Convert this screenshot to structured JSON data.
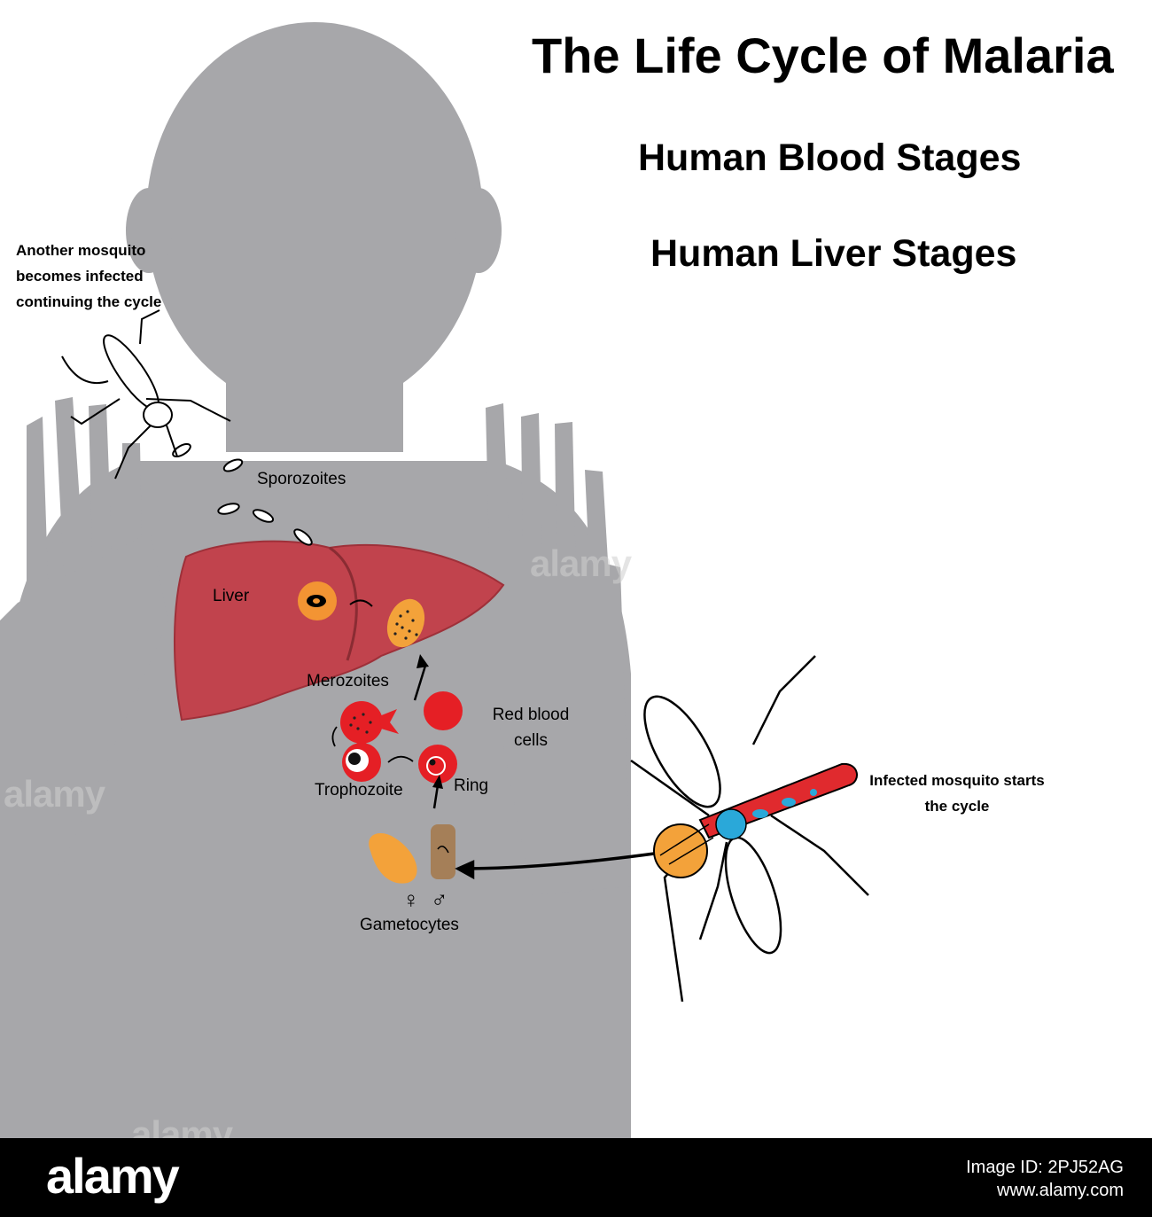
{
  "titles": {
    "main": "The Life Cycle of Malaria",
    "blood": "Human Blood Stages",
    "liver": "Human Liver Stages"
  },
  "notes": {
    "another_mosquito": "Another mosquito becomes infected continuing the cycle",
    "infected_mosquito": "Infected mosquito starts the cycle"
  },
  "labels": {
    "sporozoites": "Sporozoites",
    "liver": "Liver",
    "merozoites": "Merozoites",
    "red_blood_cells": "Red blood cells",
    "trophozoite": "Trophozoite",
    "ring": "Ring",
    "gametocytes": "Gametocytes",
    "female_symbol": "♀",
    "male_symbol": "♂"
  },
  "watermark": "alamy",
  "footer": {
    "logo": "alamy",
    "image_id": "Image ID: 2PJ52AG",
    "site": "www.alamy.com"
  },
  "colors": {
    "silhouette": "#a7a7aa",
    "liver": "#c1434d",
    "red_cell": "#e51f25",
    "orange": "#f3a23a",
    "mosquito_body": "#e02a2e",
    "cyan": "#2aa8d9",
    "male_gametocyte": "#a57f58"
  }
}
